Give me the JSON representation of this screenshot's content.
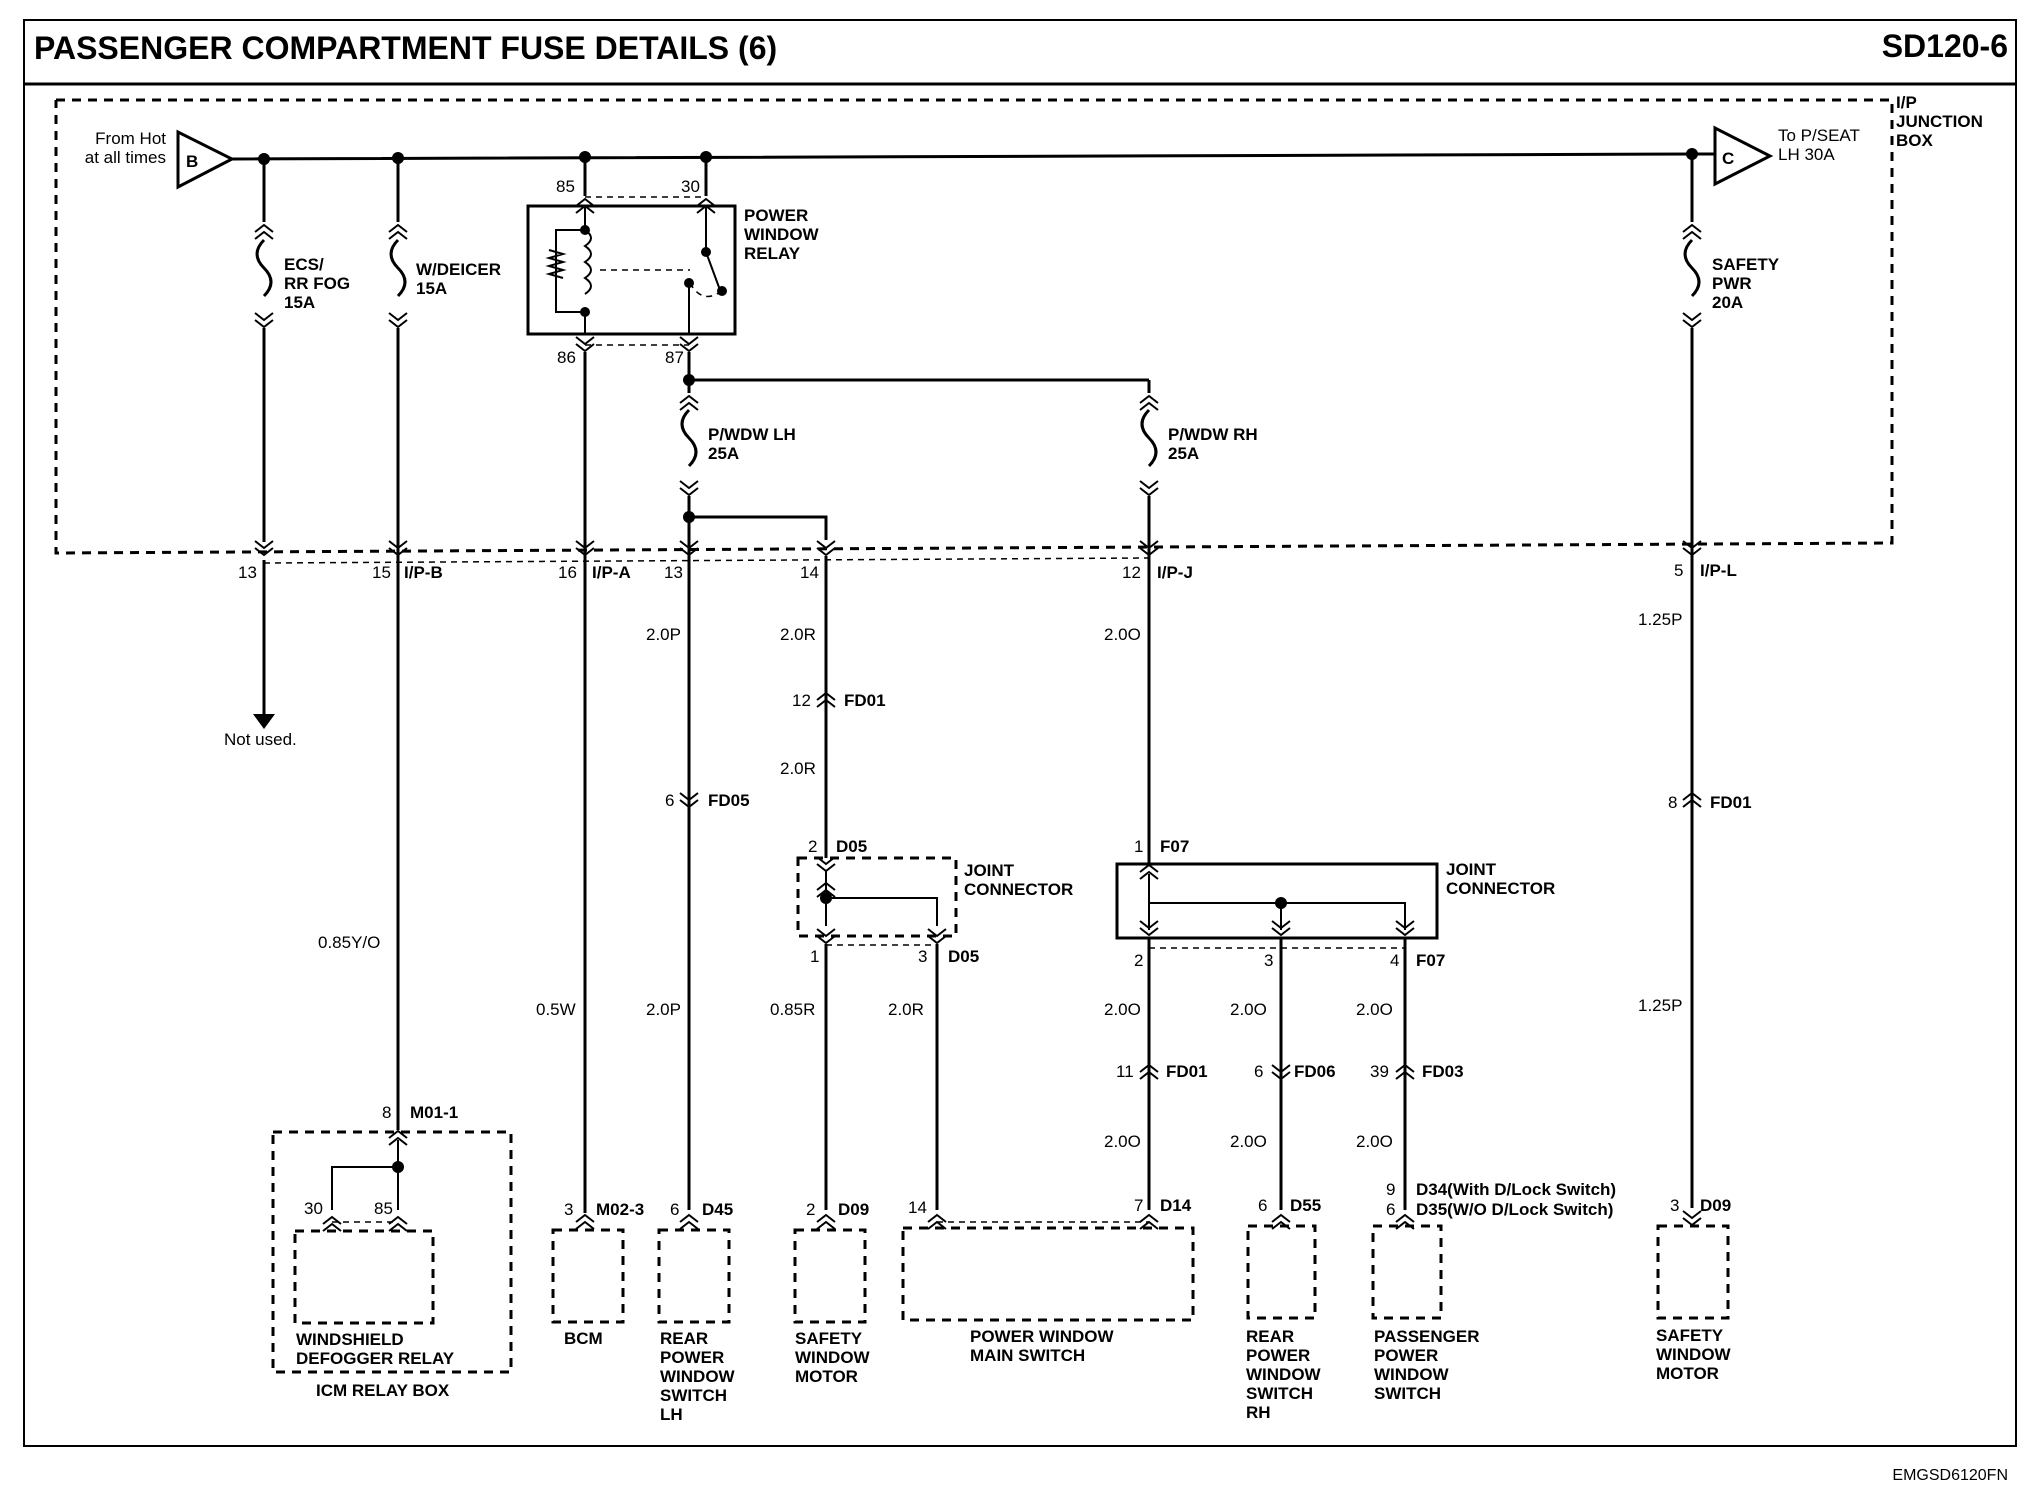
{
  "header": {
    "title": "PASSENGER COMPARTMENT FUSE DETAILS (6)",
    "code": "SD120-6"
  },
  "footer": {
    "code": "EMGSD6120FN"
  },
  "junction_box": {
    "label": "I/P\nJUNCTION\nBOX"
  },
  "feeds": {
    "b": {
      "letter": "B",
      "text": "From Hot\nat all times"
    },
    "c": {
      "letter": "C",
      "text": "To P/SEAT\nLH 30A"
    }
  },
  "relay": {
    "label": "POWER\nWINDOW\nRELAY",
    "pin85": "85",
    "pin30": "30",
    "pin86": "86",
    "pin87": "87"
  },
  "fuses": {
    "ecs": "ECS/\nRR FOG\n15A",
    "wdeicer": "W/DEICER\n15A",
    "pwdw_lh": "P/WDW LH\n25A",
    "pwdw_rh": "P/WDW RH\n25A",
    "safety": "SAFETY\nPWR\n20A"
  },
  "pins": {
    "p13a": "13",
    "p15": "15",
    "ipb": "I/P-B",
    "p16": "16",
    "ipa": "I/P-A",
    "p13b": "13",
    "p14": "14",
    "p12": "12",
    "ipj": "I/P-J",
    "p5": "5",
    "ipl": "I/P-L"
  },
  "not_used": "Not used.",
  "wires": {
    "w_20p_a": "2.0P",
    "w_20r_a": "2.0R",
    "w_20o_a": "2.0O",
    "w_125p_a": "1.25P",
    "w_20r_b": "2.0R",
    "w_085yo": "0.85Y/O",
    "w_05w": "0.5W",
    "w_20p_b": "2.0P",
    "w_085r": "0.85R",
    "w_20r_c": "2.0R",
    "w_20o_b": "2.0O",
    "w_20o_c": "2.0O",
    "w_20o_d": "2.0O",
    "w_125p_b": "1.25P",
    "w_20o_e": "2.0O",
    "w_20o_f": "2.0O",
    "w_20o_g": "2.0O"
  },
  "connectors": {
    "fd01_12_pin": "12",
    "fd01_12": "FD01",
    "fd05_pin": "6",
    "fd05": "FD05",
    "fd01_8_pin": "8",
    "fd01_8": "FD01",
    "d05_in_pin": "2",
    "d05_in": "D05",
    "f07_in_pin": "1",
    "f07_in": "F07",
    "d05_o1": "1",
    "d05_o3": "3",
    "d05_out": "D05",
    "f07_o2": "2",
    "f07_o3": "3",
    "f07_o4": "4",
    "f07_out": "F07",
    "fd01_11_pin": "11",
    "fd01_11": "FD01",
    "fd06_pin": "6",
    "fd06": "FD06",
    "fd03_pin": "39",
    "fd03": "FD03",
    "m01_pin": "8",
    "m01": "M01-1",
    "m02_pin": "3",
    "m02": "M02-3",
    "d45_pin": "6",
    "d45": "D45",
    "d09a_pin": "2",
    "d09a": "D09",
    "d14_pin14": "14",
    "d14_pin7": "7",
    "d14": "D14",
    "d55_pin": "6",
    "d55": "D55",
    "d34_pin": "9",
    "d34": "D34(With D/Lock Switch)",
    "d35_pin": "6",
    "d35": "D35(W/O D/Lock Switch)",
    "d09b_pin": "3",
    "d09b": "D09",
    "relay30": "30",
    "relay85": "85"
  },
  "joint_connector": "JOINT\nCONNECTOR",
  "components": {
    "defogger": "WINDSHIELD\nDEFOGGER RELAY",
    "icm": "ICM RELAY BOX",
    "bcm": "BCM",
    "rear_lh": "REAR\nPOWER\nWINDOW\nSWITCH\nLH",
    "safety_motor_a": "SAFETY\nWINDOW\nMOTOR",
    "main_switch": "POWER WINDOW\nMAIN SWITCH",
    "rear_rh": "REAR\nPOWER\nWINDOW\nSWITCH\nRH",
    "passenger": "PASSENGER\nPOWER\nWINDOW\nSWITCH",
    "safety_motor_b": "SAFETY\nWINDOW\nMOTOR"
  }
}
